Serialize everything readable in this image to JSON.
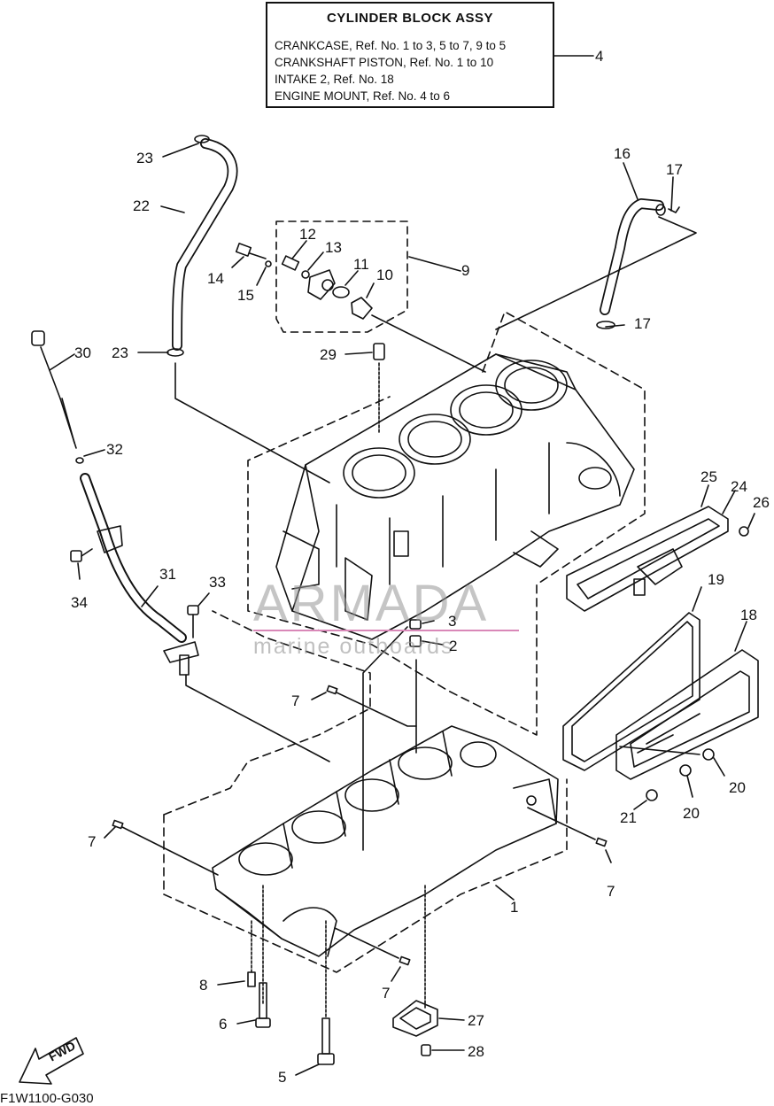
{
  "info_box": {
    "title": "CYLINDER BLOCK ASSY",
    "lines": [
      "CRANKCASE, Ref. No. 1 to 3, 5 to 7, 9 to 5",
      "CRANKSHAFT PISTON, Ref. No. 1 to 10",
      "INTAKE 2, Ref. No. 18",
      "ENGINE MOUNT, Ref. No. 4 to 6"
    ],
    "ref": "4"
  },
  "callouts": {
    "c23a": "23",
    "c22": "22",
    "c16": "16",
    "c17a": "17",
    "c12": "12",
    "c13": "13",
    "c14": "14",
    "c15": "15",
    "c11": "11",
    "c10": "10",
    "c9": "9",
    "c17b": "17",
    "c23b": "23",
    "c29": "29",
    "c30": "30",
    "c32": "32",
    "c25": "25",
    "c24": "24",
    "c26": "26",
    "c34": "34",
    "c31": "31",
    "c33": "33",
    "c19": "19",
    "c18": "18",
    "c3": "3",
    "c2": "2",
    "c7a": "7",
    "c20a": "20",
    "c21": "21",
    "c20b": "20",
    "c7b": "7",
    "c7c": "7",
    "c1": "1",
    "c8": "8",
    "c7d": "7",
    "c6": "6",
    "c27": "27",
    "c28": "28",
    "c5": "5"
  },
  "watermark": {
    "brand": "ARMADA",
    "tagline": "marine outboards"
  },
  "fwd_label": "FWD",
  "figure_code": "F1W1100-G030"
}
